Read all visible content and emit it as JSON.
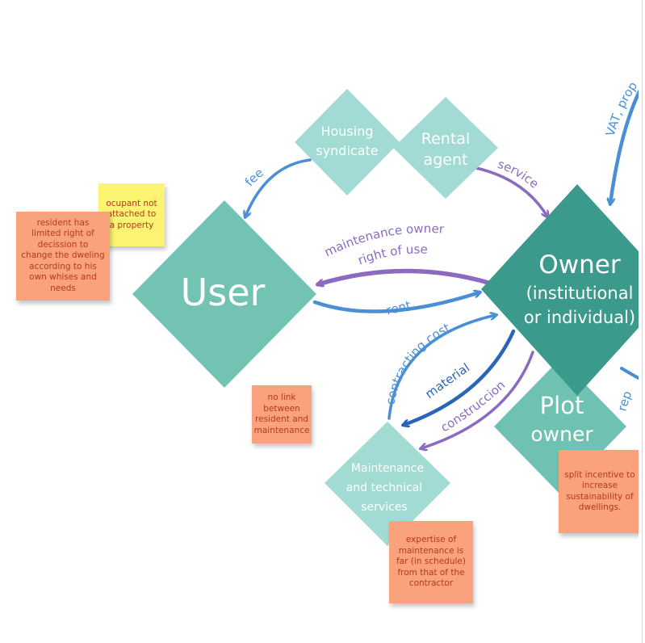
{
  "nodes": {
    "user": "User",
    "owner_line1": "Owner",
    "owner_line2": "(institutional",
    "owner_line3": "or individual)",
    "housing_line1": "Housing",
    "housing_line2": "syndicate",
    "rental_line1": "Rental",
    "rental_line2": "agent",
    "plot_line1": "Plot",
    "plot_line2": "owner",
    "maint_line1": "Maintenance",
    "maint_line2": "and technical",
    "maint_line3": "services"
  },
  "edges": {
    "fee": "fee",
    "service": "service",
    "maintenance_owner": "maintenance owner",
    "right_of_use": "right of use",
    "rent": "rent",
    "contracting_cost": "contracting cost",
    "material": "material",
    "construccion": "construccion",
    "vat": "VAT, prop",
    "rep": "rep"
  },
  "notes": {
    "ocupant": "ocupant not attached to a property",
    "resident": "resident has limited right of decission to change the dweling according to his own whises and needs",
    "no_link": "no link between resident and maintenance",
    "split": "split incentive to increase sustainability of dwellings.",
    "expertise": "expertise of maintenance is far (in schedule) from that of the contractor"
  },
  "colors": {
    "owner": "#3b9a8c",
    "user": "#72c3b3",
    "plot": "#6fc2b1",
    "light": "#a2dbd3",
    "blue_arrow": "#4a8fd6",
    "purple_arrow": "#8a6bc0",
    "dark_blue_arrow": "#2a66b8",
    "note_orange": "#f9a27b",
    "note_yellow": "#fbf472"
  }
}
